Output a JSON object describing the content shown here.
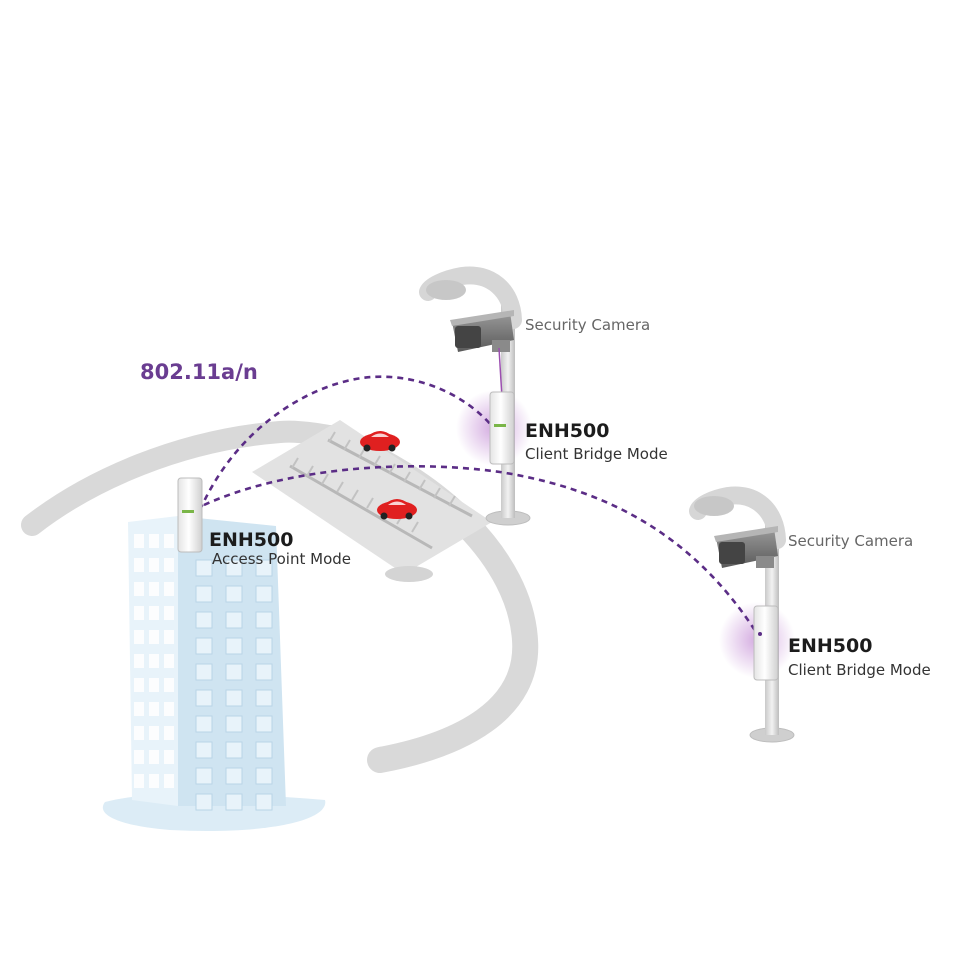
{
  "protocol_label": "802.11a/n",
  "access_point": {
    "model": "ENH500",
    "mode": "Access Point Mode"
  },
  "client_1": {
    "model": "ENH500",
    "mode": "Client Bridge Mode",
    "camera": "Security Camera"
  },
  "client_2": {
    "model": "ENH500",
    "mode": "Client Bridge Mode",
    "camera": "Security Camera"
  },
  "colors": {
    "link": "#5b2d86",
    "road": "#d9d9d9",
    "building": "#dcecf6",
    "glow": "#c58fd6",
    "car": "#e02020"
  }
}
